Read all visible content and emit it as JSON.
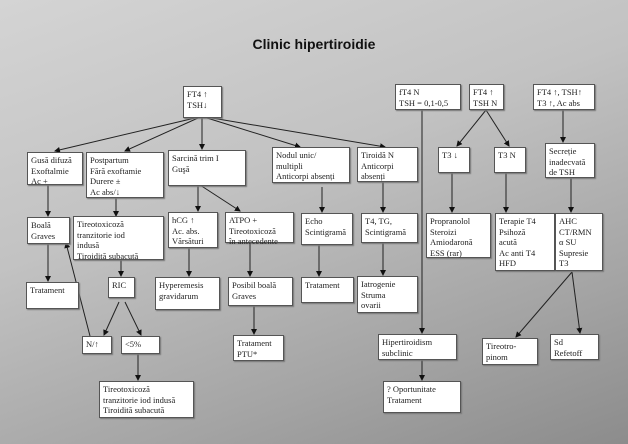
{
  "title": "Clinic hipertiroidie",
  "nodes": {
    "root": "FT4 ↑\nTSH↓",
    "gusa": "Gusă difuză\nExoftalmie\nAc +",
    "postpartum": "Postpartum\nFără  exoftamie\nDurere ±\nAc abs/↓",
    "sarcina": "Sarcină trim I\nGuşă",
    "nodul": "Nodul unic/\nmultipli\nAnticorpi absenți",
    "tiroida": "Tiroidă N\nAnticorpi\nabsenți",
    "ft4n": "fT4 N\nTSH = 0,1-0,5",
    "ft4tshn": "FT4 ↑\nTSH N",
    "ft4tshup": "FT4 ↑, TSH↑\nT3 ↑, Ac abs",
    "graves": "Boală\nGraves",
    "tireo_iod": "Tireotoxicoză\ntranzitorie iod\nindusă\nTiroidită subacută",
    "hcg": "hCG ↑\nAc. abs.\nVărsături",
    "atpo": "ATPO +\nTireotoxicoză\nîn antecedente",
    "echo": "Echo\nScintigramă",
    "t4tg": "T4, TG,\nScintigramă",
    "t3down": "T3 ↓",
    "t3n": "T3 N",
    "secretie": "Secreție\ninadecvată\nde TSH",
    "propranolol": "Propranolol\nSteroizi\nAmiodaronă\nESS (rar)",
    "terapie": "Terapie T4\nPsihoză\nacută\nAc anti T4\nHFD",
    "ahc": "AHC\nCT/RMN\nα SU\nSupresie\nT3",
    "tratament1": "Tratament",
    "ric": "RIC",
    "hyperemesis": "Hyperemesis\ngravidarum",
    "posibil": "Posibil boală\nGraves",
    "tratament2": "Tratament",
    "iatrogenie": "Iatrogenie\nStruma\novarii",
    "n_up": "N/↑",
    "lt5": "<5%",
    "ptu": "Tratament\nPTU*",
    "tireo_bottom": "Tireotoxicoză\ntranzitorie iod indusă\nTiroidită subacută",
    "subclinic": "Hipertiroidism\nsubclinic",
    "oportunitate": "? Oportunitate\nTratament",
    "tireotropinom": "Tireotro-\npinom",
    "refetoff": "Sd\nRefetoff"
  }
}
